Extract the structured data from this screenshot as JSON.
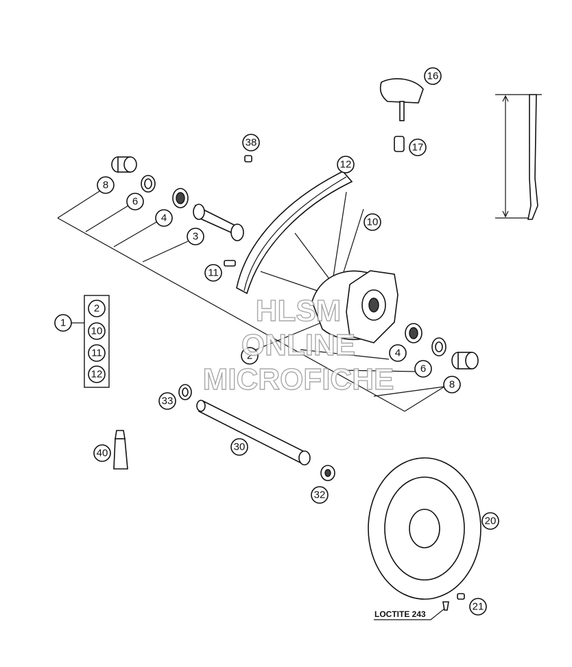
{
  "callouts": {
    "c1": "1",
    "c2a": "2",
    "c2b": "2",
    "c3": "3",
    "c4a": "4",
    "c4b": "4",
    "c6a": "6",
    "c6b": "6",
    "c8a": "8",
    "c8b": "8",
    "c10a": "10",
    "c11a": "11",
    "c12a": "12",
    "c16": "16",
    "c17": "17",
    "c20": "20",
    "c21": "21",
    "c30": "30",
    "c32": "32",
    "c33": "33",
    "c38": "38",
    "c40": "40"
  },
  "kit_items": [
    "2",
    "10",
    "11",
    "12"
  ],
  "loctite_label": "LOCTITE 243",
  "watermark": {
    "line1": "HLSM",
    "line2": "ONLINE",
    "line3": "MICROFICHE"
  }
}
